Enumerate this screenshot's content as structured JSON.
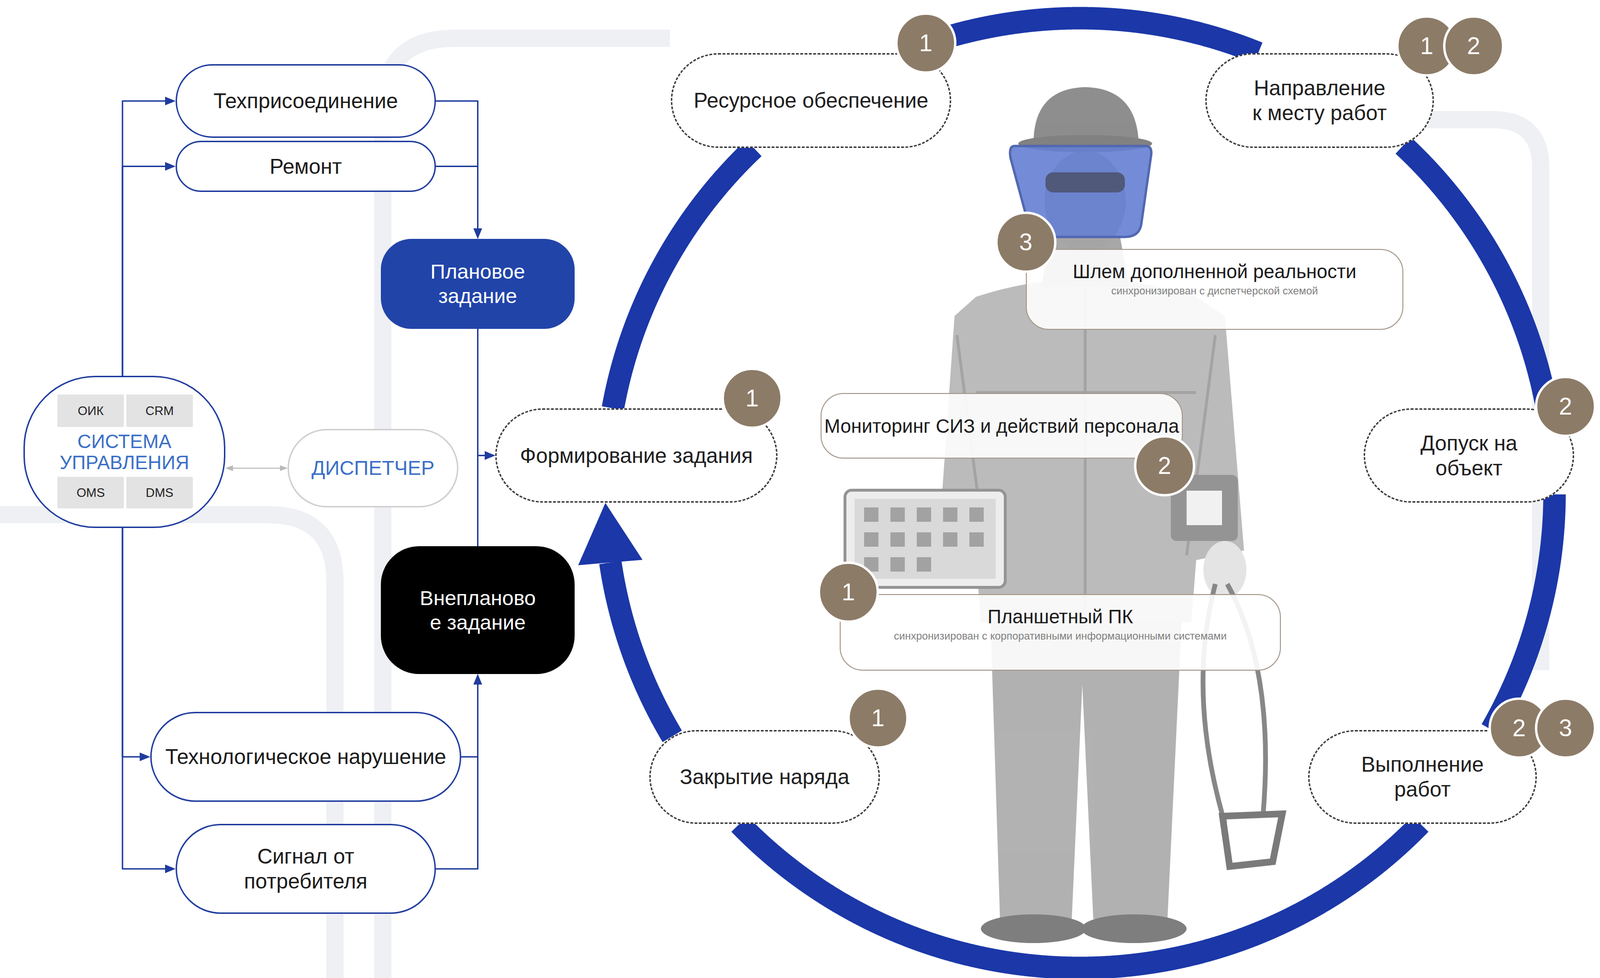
{
  "diagram": {
    "nodes": [
      {
        "text": [
          "Техприсоединение"
        ]
      },
      {
        "text": [
          "Ремонт"
        ]
      },
      {
        "text": [
          "Плановое задание"
        ]
      },
      {
        "text": [
          "СИСТЕМА УПРАВЛЕНИЯ"
        ]
      },
      {
        "text": [
          "ОИК"
        ],
        "in": 3
      },
      {
        "text": [
          "CRM"
        ],
        "in": 3
      },
      {
        "text": [
          "OMS"
        ],
        "in": 3
      },
      {
        "text": [
          "DMS"
        ],
        "in": 3
      },
      {
        "text": [
          "ДИСПЕТЧЕР"
        ]
      },
      {
        "text": [
          "Внепланово е задание"
        ]
      },
      {
        "text": [
          "Технологическое нарушение"
        ]
      },
      {
        "text": [
          "Сигнал от потребителя"
        ]
      },
      {
        "text": [
          "Формирование задания"
        ]
      },
      {
        "text": [
          "Ресурсное обеспечение"
        ]
      },
      {
        "text": [
          "Направление к месту работ"
        ]
      },
      {
        "text": [
          "Допуск на объект"
        ]
      },
      {
        "text": [
          "Выполнение работ"
        ]
      },
      {
        "text": [
          "Закрытие наряда"
        ]
      },
      {
        "text": [
          "Шлем дополненной реальности",
          "синхронизирован с диспетчерской схемой"
        ]
      },
      {
        "text": [
          "Мониторинг СИЗ и действий персонала"
        ]
      },
      {
        "text": [
          "Планшетный ПК",
          "синхронизирован с корпоративными информационными системами"
        ]
      }
    ],
    "edges": [
      {
        "from": 3,
        "to": 0,
        "arrow": "to"
      },
      {
        "from": 3,
        "to": 1,
        "arrow": "to"
      },
      {
        "from": 3,
        "to": 10,
        "arrow": "to"
      },
      {
        "from": 3,
        "to": 11,
        "arrow": "to"
      },
      {
        "from": 0,
        "to": 2,
        "arrow": "to"
      },
      {
        "from": 1,
        "to": 2,
        "arrow": "to"
      },
      {
        "from": 10,
        "to": 9,
        "arrow": "to"
      },
      {
        "from": 11,
        "to": 9,
        "arrow": "to"
      },
      {
        "from": 2,
        "to": 12,
        "arrow": "to"
      },
      {
        "from": 9,
        "to": 12,
        "arrow": "to"
      },
      {
        "from": 3,
        "to": 8,
        "arrow": "both"
      },
      {
        "from": 12,
        "to": 13,
        "arrow": "none"
      },
      {
        "from": 13,
        "to": 14,
        "arrow": "none"
      },
      {
        "from": 14,
        "to": 15,
        "arrow": "none"
      },
      {
        "from": 15,
        "to": 16,
        "arrow": "none"
      },
      {
        "from": 16,
        "to": 17,
        "arrow": "none"
      },
      {
        "from": 17,
        "to": 12,
        "arrow": "to"
      }
    ],
    "labels": [
      "1",
      "1",
      "2",
      "3",
      "1",
      "2",
      "2",
      "1",
      "1",
      "2",
      "3"
    ]
  }
}
